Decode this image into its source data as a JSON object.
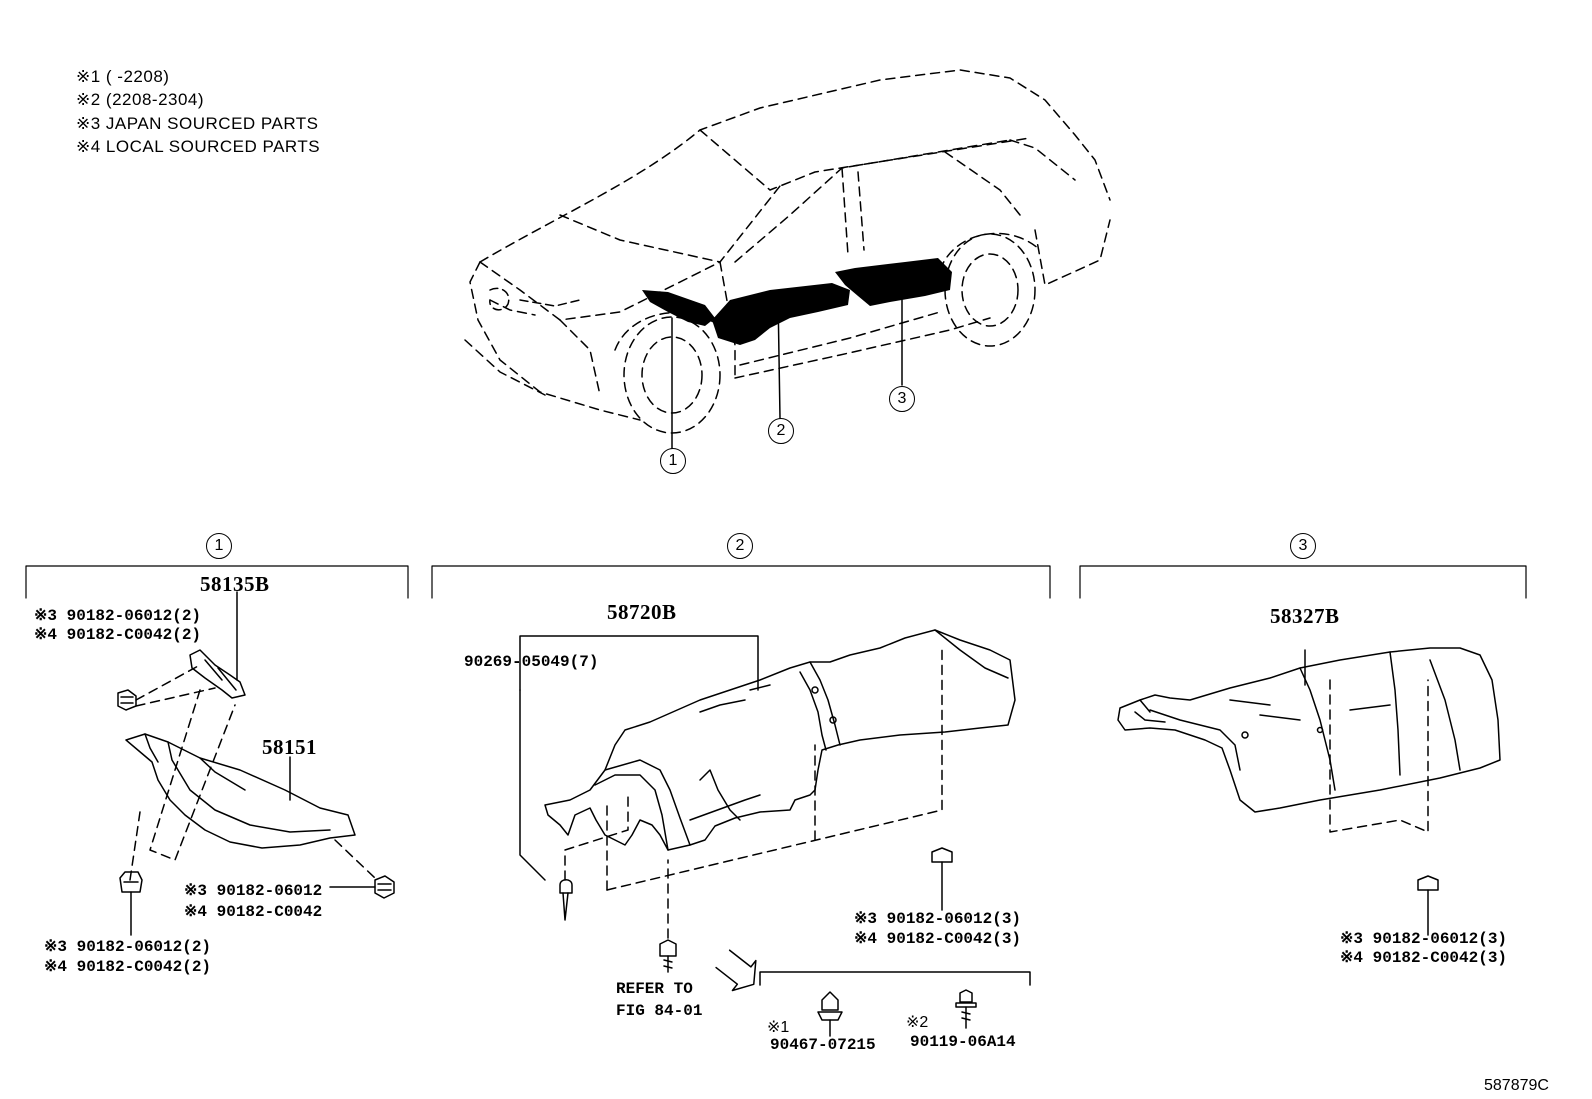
{
  "notes": [
    "※1 (       -2208)",
    "※2 (2208-2304)",
    "※3 JAPAN SOURCED PARTS",
    "※4 LOCAL SOURCED PARTS"
  ],
  "callouts": {
    "one": "1",
    "two": "2",
    "three": "3"
  },
  "section1": {
    "header": "1",
    "assembly": "58135B",
    "sub_part": "58151",
    "clip_top": [
      "※3 90182-06012(2)",
      "※4 90182-C0042(2)"
    ],
    "clip_right": [
      "※3 90182-06012",
      "※4 90182-C0042"
    ],
    "clip_bottom": [
      "※3 90182-06012(2)",
      "※4 90182-C0042(2)"
    ]
  },
  "section2": {
    "header": "2",
    "assembly": "58720B",
    "rivet": "90269-05049(7)",
    "clip_right": [
      "※3 90182-06012(3)",
      "※4 90182-C0042(3)"
    ],
    "refer": "REFER TO\nFIG 84-01",
    "alt1_marker": "※1",
    "alt1_part": "90467-07215",
    "alt2_marker": "※2",
    "alt2_part": "90119-06A14"
  },
  "section3": {
    "header": "3",
    "assembly": "58327B",
    "clip": [
      "※3 90182-06012(3)",
      "※4 90182-C0042(3)"
    ]
  },
  "figure_code": "587879C",
  "colors": {
    "ink": "#000000",
    "paper": "#ffffff"
  }
}
